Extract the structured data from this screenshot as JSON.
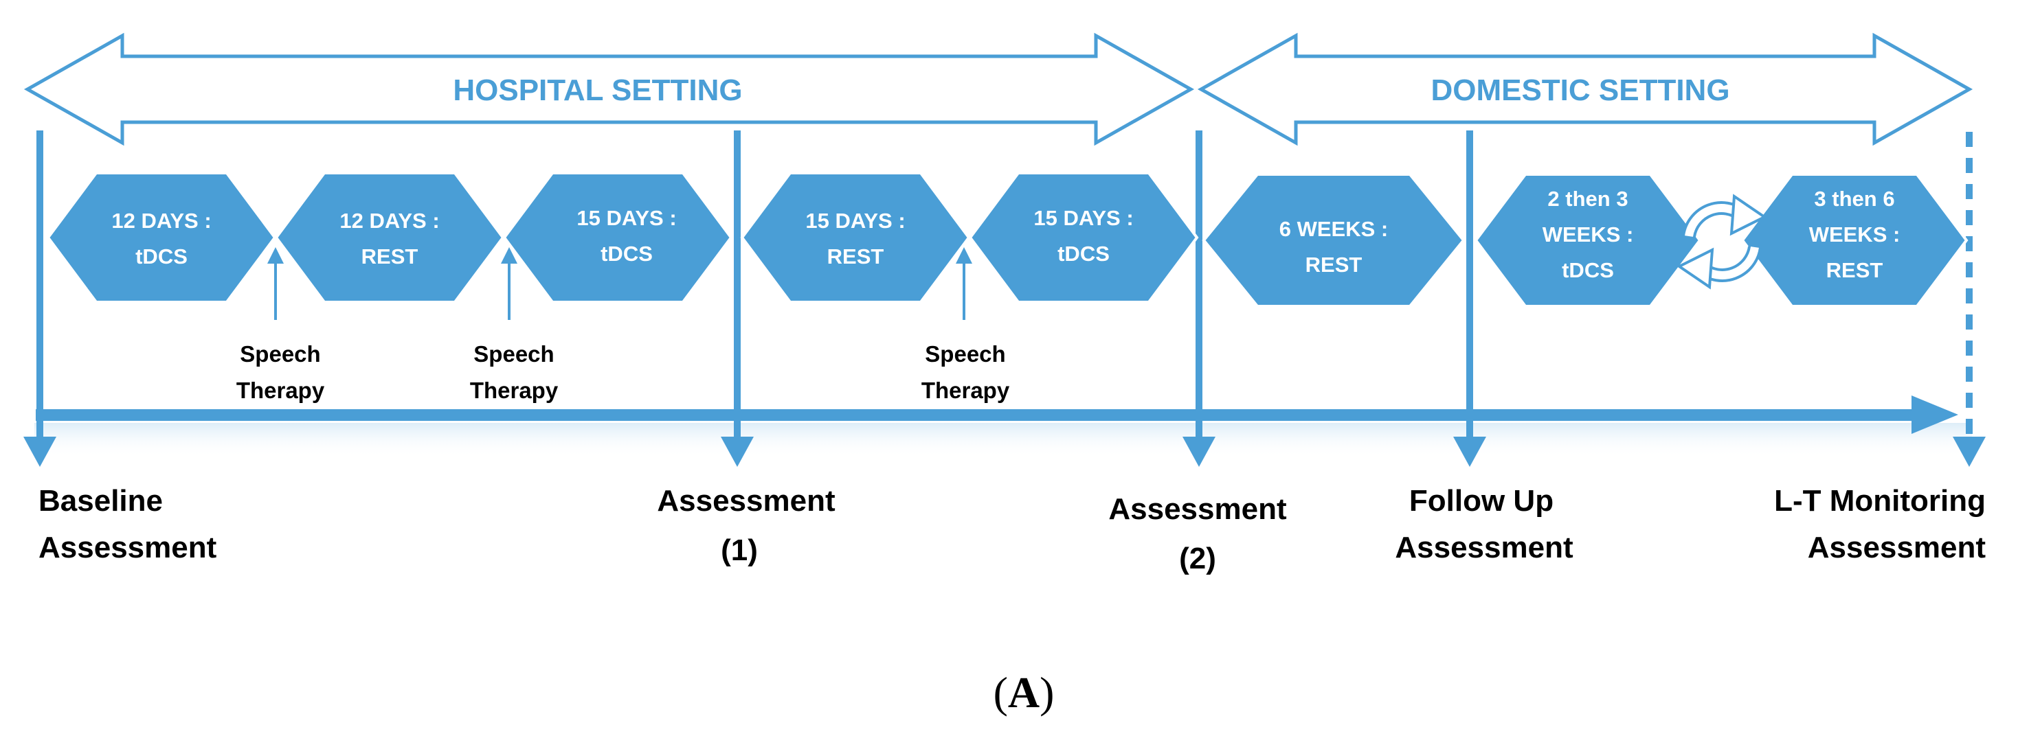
{
  "settings": {
    "hospital": "HOSPITAL SETTING",
    "domestic": "DOMESTIC SETTING"
  },
  "phases": [
    {
      "line1": "12 DAYS :",
      "line2": "tDCS"
    },
    {
      "line1": "12 DAYS :",
      "line2": "REST"
    },
    {
      "line1": "15 DAYS :",
      "line2": "tDCS"
    },
    {
      "line1": "15 DAYS :",
      "line2": "REST"
    },
    {
      "line1": "15 DAYS :",
      "line2": "tDCS"
    },
    {
      "line1": "6 WEEKS :",
      "line2": "REST"
    },
    {
      "line1": "2 then 3",
      "line2": "WEEKS :",
      "line3": "tDCS"
    },
    {
      "line1": "3 then 6",
      "line2": "WEEKS :",
      "line3": "REST"
    }
  ],
  "speech_therapy": [
    {
      "line1": "Speech",
      "line2": "Therapy"
    },
    {
      "line1": "Speech",
      "line2": "Therapy"
    },
    {
      "line1": "Speech",
      "line2": "Therapy"
    }
  ],
  "assessments": [
    {
      "line1": "Baseline",
      "line2": "Assessment"
    },
    {
      "line1": "Assessment",
      "line2": "(1)"
    },
    {
      "line1": "Assessment",
      "line2": "(2)"
    },
    {
      "line1": "Follow Up",
      "line2": "Assessment"
    },
    {
      "line1": "L-T Monitoring",
      "line2": "Assessment"
    }
  ],
  "panel_label": {
    "paren_open": "(",
    "letter": "A",
    "paren_close": ")"
  },
  "colors": {
    "primary": "#4a9ed6",
    "primary_light": "#d9ebf7",
    "text": "#000000",
    "white": "#ffffff"
  }
}
